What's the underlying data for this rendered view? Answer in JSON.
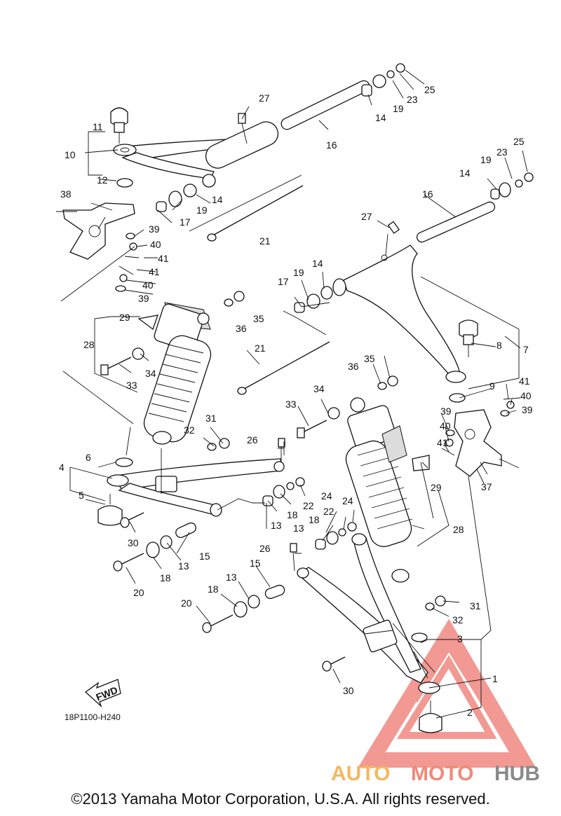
{
  "diagram_code": "18P1100-H240",
  "fwd_label": "FWD",
  "copyright": "©2013 Yamaha Motor Corporation, U.S.A. All rights reserved.",
  "watermark": {
    "part1": "AUTO",
    "part2": "MOTO",
    "part3": "HUB",
    "colors": {
      "auto": "#f4b860",
      "moto": "#f08a7a",
      "hub": "#8a8a8a",
      "triangle": "#e8463c"
    }
  },
  "callouts": {
    "c1": "1",
    "c2": "2",
    "c3": "3",
    "c4": "4",
    "c5": "5",
    "c6": "6",
    "c7": "7",
    "c8": "8",
    "c9": "9",
    "c10": "10",
    "c11": "11",
    "c12": "12",
    "c13a": "13",
    "c13b": "13",
    "c13c": "13",
    "c13d": "13",
    "c14a": "14",
    "c14b": "14",
    "c14c": "14",
    "c14d": "14",
    "c15a": "15",
    "c15b": "15",
    "c16a": "16",
    "c16b": "16",
    "c17a": "17",
    "c17b": "17",
    "c18a": "18",
    "c18b": "18",
    "c18c": "18",
    "c18d": "18",
    "c19a": "19",
    "c19b": "19",
    "c19c": "19",
    "c19d": "19",
    "c20a": "20",
    "c20b": "20",
    "c21a": "21",
    "c21b": "21",
    "c22a": "22",
    "c22b": "22",
    "c23a": "23",
    "c23b": "23",
    "c24a": "24",
    "c24b": "24",
    "c25a": "25",
    "c25b": "25",
    "c26a": "26",
    "c26b": "26",
    "c27a": "27",
    "c27b": "27",
    "c28a": "28",
    "c28b": "28",
    "c29a": "29",
    "c29b": "29",
    "c30a": "30",
    "c30b": "30",
    "c31a": "31",
    "c31b": "31",
    "c32a": "32",
    "c32b": "32",
    "c33a": "33",
    "c33b": "33",
    "c34a": "34",
    "c34b": "34",
    "c35a": "35",
    "c35b": "35",
    "c36a": "36",
    "c36b": "36",
    "c37": "37",
    "c38": "38",
    "c39a": "39",
    "c39b": "39",
    "c39c": "39",
    "c39d": "39",
    "c40a": "40",
    "c40b": "40",
    "c40c": "40",
    "c40d": "40",
    "c41a": "41",
    "c41b": "41",
    "c41c": "41",
    "c41d": "41"
  }
}
